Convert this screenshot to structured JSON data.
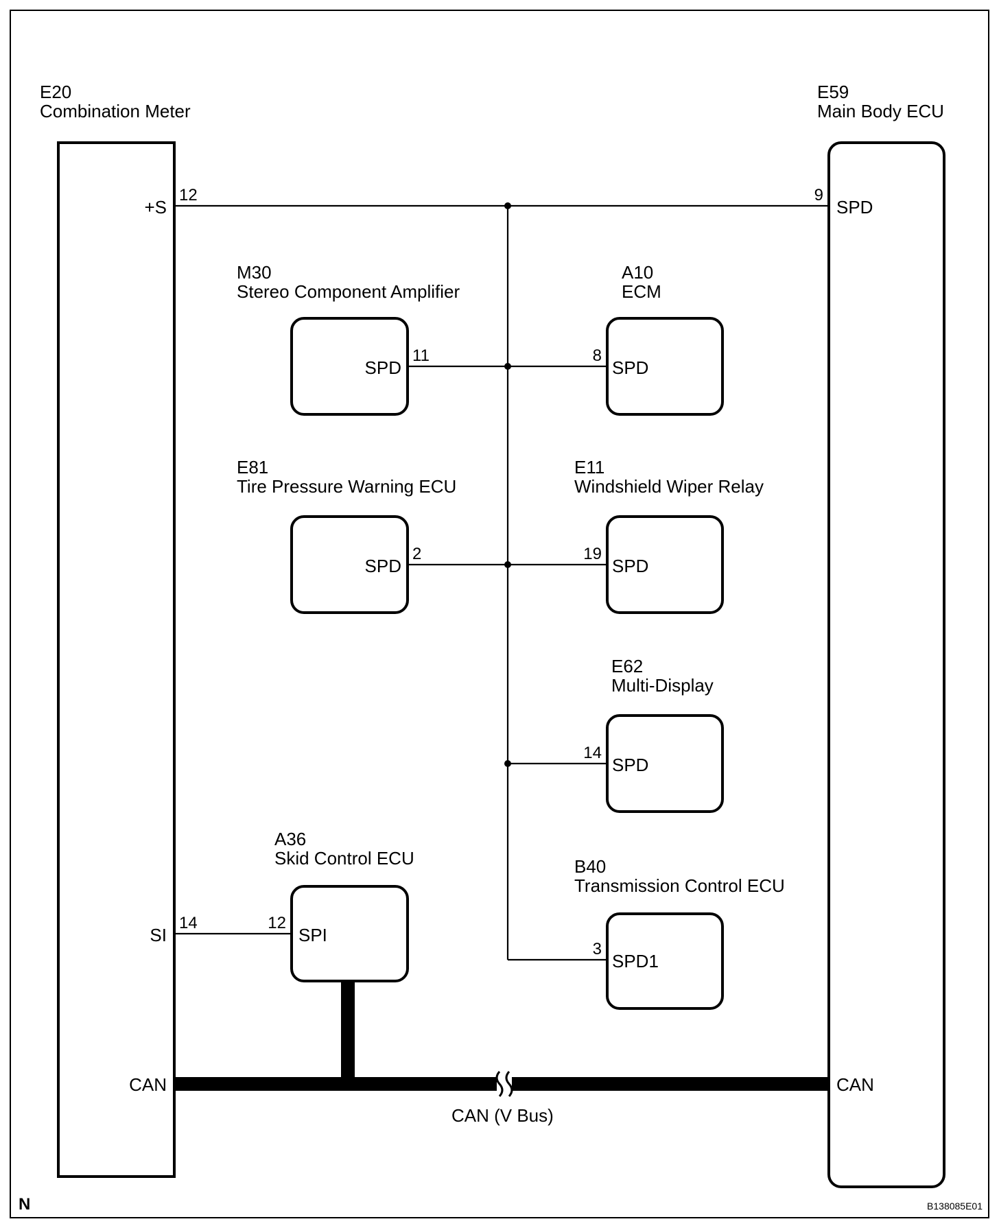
{
  "components": {
    "combination_meter": {
      "id": "E20",
      "name": "Combination Meter",
      "pins": {
        "s_plus": {
          "label": "+S",
          "num": "12"
        },
        "si": {
          "label": "SI",
          "num": "14"
        },
        "can": {
          "label": "CAN"
        }
      }
    },
    "main_body_ecu": {
      "id": "E59",
      "name": "Main Body ECU",
      "pins": {
        "spd": {
          "label": "SPD",
          "num": "9"
        },
        "can": {
          "label": "CAN"
        }
      }
    },
    "stereo_amp": {
      "id": "M30",
      "name": "Stereo Component Amplifier",
      "pin": {
        "label": "SPD",
        "num": "11"
      }
    },
    "ecm": {
      "id": "A10",
      "name": "ECM",
      "pin": {
        "label": "SPD",
        "num": "8"
      }
    },
    "tpw_ecu": {
      "id": "E81",
      "name": "Tire Pressure Warning ECU",
      "pin": {
        "label": "SPD",
        "num": "2"
      }
    },
    "wiper_relay": {
      "id": "E11",
      "name": "Windshield Wiper Relay",
      "pin": {
        "label": "SPD",
        "num": "19"
      }
    },
    "multi_display": {
      "id": "E62",
      "name": "Multi-Display",
      "pin": {
        "label": "SPD",
        "num": "14"
      }
    },
    "skid_ecu": {
      "id": "A36",
      "name": "Skid Control ECU",
      "pin": {
        "label": "SPI",
        "num": "12"
      }
    },
    "tcm": {
      "id": "B40",
      "name": "Transmission Control ECU",
      "pin": {
        "label": "SPD1",
        "num": "3"
      }
    }
  },
  "can_bus_label": "CAN (V Bus)",
  "corner_label": "N",
  "figure_code": "B138085E01"
}
